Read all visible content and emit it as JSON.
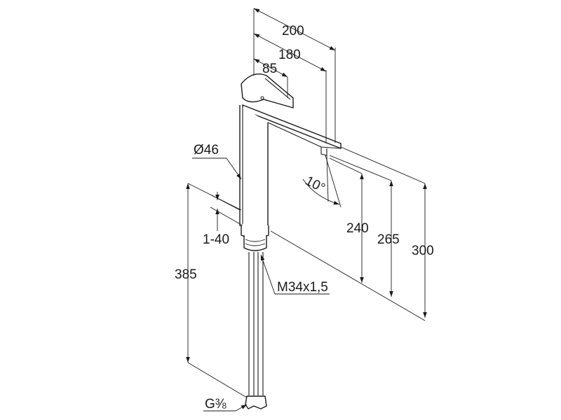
{
  "drawing": {
    "dimensions": {
      "length_200": "200",
      "length_180": "180",
      "length_85": "85",
      "diameter": "Ø46",
      "angle": "10°",
      "adjust_range": "1-40",
      "height_240": "240",
      "height_265": "265",
      "height_300": "300",
      "height_385": "385",
      "thread": "M34x1,5",
      "connection": "G⅜"
    }
  }
}
